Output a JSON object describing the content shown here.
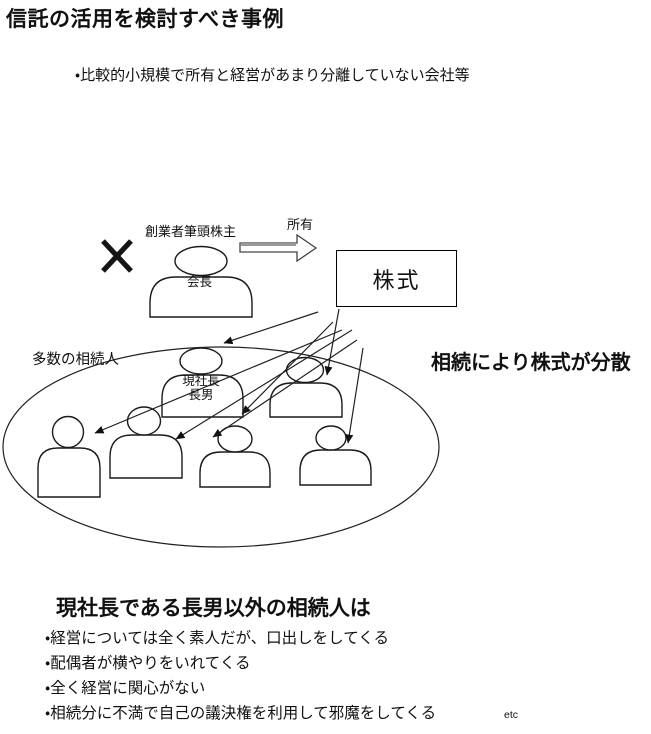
{
  "slide": {
    "title": "信託の活用を検討すべき事例",
    "intro_bullet": "・比較的小規模で所有と経営があまり分離していない会社等"
  },
  "diagram": {
    "founder_label": "創業者筆頭株主",
    "ownership_label": "所有",
    "chairman_label": "会長",
    "stock_box_label": "株式",
    "heirs_group_label": "多数の相続人",
    "president_label": {
      "line1": "現社長",
      "line2": "長男"
    },
    "dispersion_note": "相続により株式が分散",
    "line_color": "#1a1a1a",
    "fill_color": "#ffffff"
  },
  "conclusion": {
    "heading": "現社長である長男以外の相続人は",
    "bullets": [
      "・経営については全く素人だが、口出しをしてくる",
      "・配偶者が横やりをいれてくる",
      "・全く経営に関心がない",
      "・相続分に不満で自己の議決権を利用して邪魔をしてくる"
    ],
    "etc_label": "etc"
  }
}
